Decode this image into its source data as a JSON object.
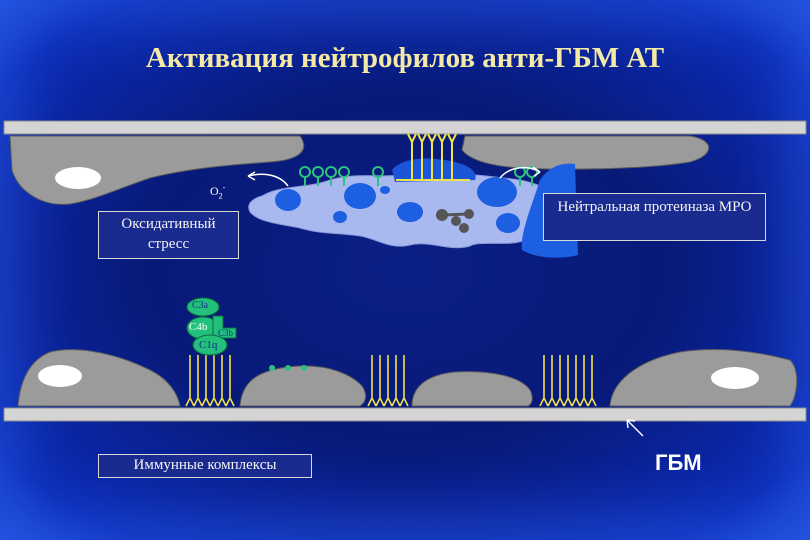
{
  "title": "Активация нейтрофилов анти-ГБМ АТ",
  "labels": {
    "oxidative_stress": "Оксидативный стресс",
    "protease": "Нейтральная протеиназа МРО",
    "immune_complexes": "Иммунные комплексы",
    "gbm": "ГБМ",
    "o2": "O",
    "o2_sub": "2",
    "o2_sup": "-",
    "c3a": "C3a",
    "c4b": "C4b",
    "c3b": "C3b",
    "c1q": "C1q"
  },
  "colors": {
    "membrane": "#cfcfcf",
    "cell": "#9a9a9a",
    "neutrophil": "#aab9f0",
    "granule": "#1c5fe0",
    "antibody": "#f2e24a",
    "receptor": "#2ec27e",
    "complement": "#22c07a"
  }
}
